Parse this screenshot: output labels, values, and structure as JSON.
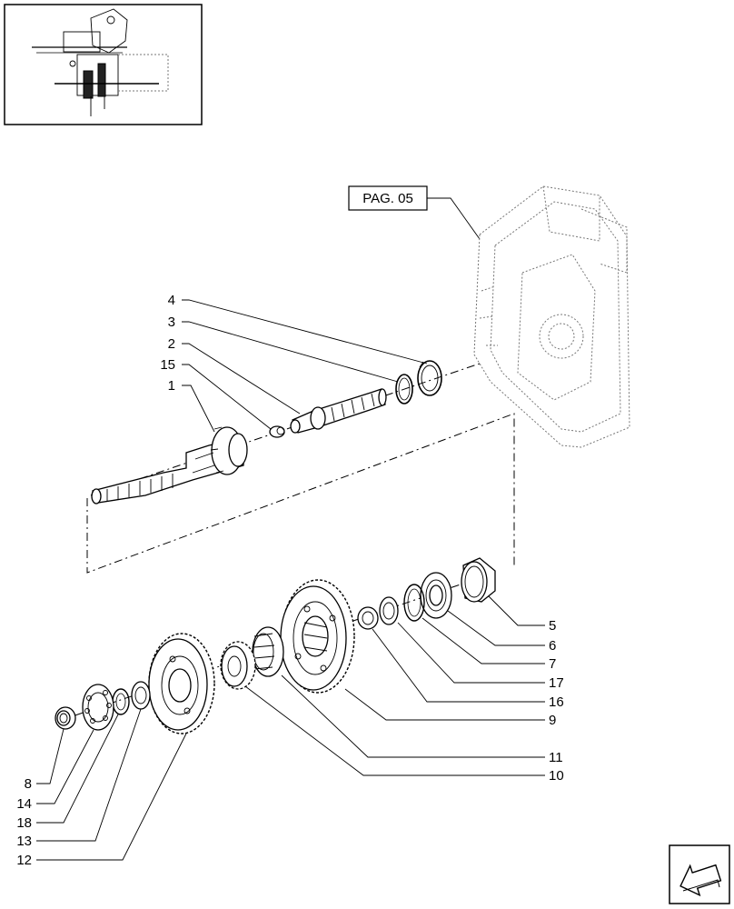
{
  "reference_box": {
    "label": "PAG. 05"
  },
  "callouts": {
    "c1": "1",
    "c2": "2",
    "c3": "3",
    "c4": "4",
    "c5": "5",
    "c6": "6",
    "c7": "7",
    "c8": "8",
    "c9": "9",
    "c10": "10",
    "c11": "11",
    "c12": "12",
    "c13": "13",
    "c14": "14",
    "c15": "15",
    "c16": "16",
    "c17": "17",
    "c18": "18"
  },
  "icons": {
    "thumbnail": "assembly-thumbnail-icon",
    "nav": "next-page-arrow-icon"
  },
  "colors": {
    "line": "#000000",
    "background": "#ffffff",
    "housing_dotted": "#777777"
  }
}
